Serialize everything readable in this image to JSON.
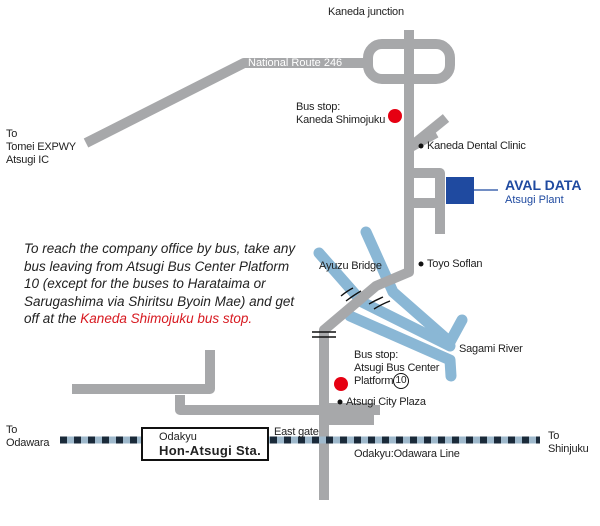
{
  "roads": {
    "route_246": "National Route 246",
    "junction": "Kaneda junction"
  },
  "labels": {
    "to_tomei": [
      "To",
      "Tomei EXPWY",
      "Atsugi IC"
    ],
    "to_odawara": [
      "To",
      "Odawara"
    ],
    "to_shinjuku": [
      "To",
      "Shinjuku"
    ],
    "kaneda_dental": "Kaneda Dental Clinic",
    "toyo_soflan": "Toyo Soflan",
    "ayuzu_bridge": "Ayuzu Bridge",
    "sagami_river": "Sagami River",
    "atsugi_city_plaza": "Atsugi City Plaza",
    "east_gate": "East gate",
    "odakyu_line": "Odakyu:Odawara Line"
  },
  "bus_stops": {
    "kaneda": [
      "Bus stop:",
      "Kaneda Shimojuku"
    ],
    "center": [
      "Bus stop:",
      "Atsugi Bus Center",
      "Platform"
    ],
    "platform_number": "10"
  },
  "company": {
    "name": "AVAL DATA",
    "plant": "Atsugi Plant"
  },
  "station": {
    "operator": "Odakyu",
    "name": "Hon-Atsugi Sta."
  },
  "note": {
    "text": "To reach the company office by bus, take any bus leaving from Atsugi Bus Center Platform 10 (except for the buses to Harataima or Sarugashima via Shiritsu Byoin Mae) and get off at the ",
    "highlight": "Kaneda Shimojuku bus stop."
  },
  "colors": {
    "road": "#a7a8aa",
    "river": "#8ab7d5",
    "bus_stop": "#e60012",
    "company": "#1f4aa0",
    "rail_dash": "#1a2a3a",
    "rail_track": "#9fb9cc"
  }
}
